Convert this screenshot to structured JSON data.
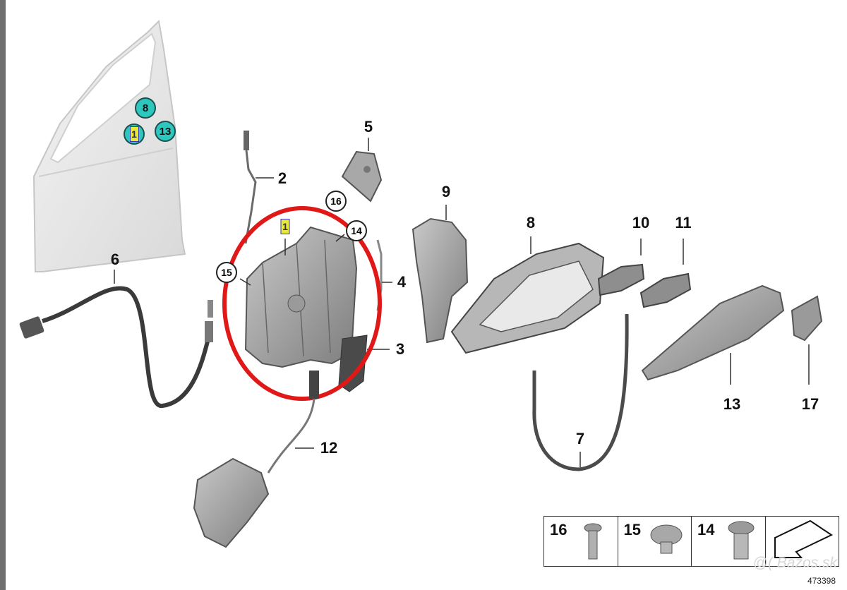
{
  "labels": {
    "l1": "1",
    "l2": "2",
    "l3": "3",
    "l4": "4",
    "l5": "5",
    "l6": "6",
    "l7": "7",
    "l8": "8",
    "l9": "9",
    "l10": "10",
    "l11": "11",
    "l12": "12",
    "l13": "13",
    "l17": "17",
    "c16": "16",
    "c14": "14",
    "c15": "15"
  },
  "door_markers": {
    "m8": "8",
    "m1": "1",
    "m13": "13"
  },
  "hardware_box": [
    {
      "number": "16",
      "icon": "screw-small-icon"
    },
    {
      "number": "15",
      "icon": "screw-flathead-icon"
    },
    {
      "number": "14",
      "icon": "screw-flanged-icon"
    },
    {
      "number": "",
      "icon": "arrow-down-left-icon"
    }
  ],
  "watermark": "@( Bazos.sk",
  "diagram_ref": "473398",
  "colors": {
    "highlight_ring": "#e01818",
    "marker_teal": "#2ec7be",
    "marker_yellow": "#e6e93a",
    "part_gray": "#8e8e8e"
  }
}
